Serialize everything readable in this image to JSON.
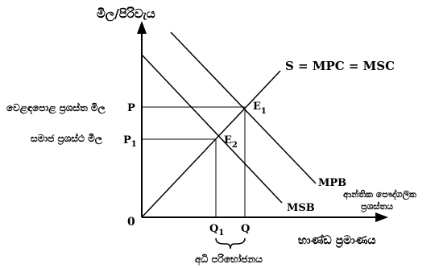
{
  "diagram": {
    "y_axis_title": "මිල/පිරිවැය",
    "x_axis_title": "භාණ්ඩ ප්‍රමාණය",
    "origin": "0",
    "supply_label": "S = MPC = MSC",
    "mpb_label": "MPB",
    "msb_label": "MSB",
    "mpb_desc_line1": "ආන්තික පෞද්ගලික",
    "mpb_desc_line2": "ප්‍රශස්තය",
    "price_P": "P",
    "price_P1_main": "P",
    "price_P1_sub": "1",
    "qty_Q": "Q",
    "qty_Q1_main": "Q",
    "qty_Q1_sub": "1",
    "eq_E1_main": "E",
    "eq_E1_sub": "1",
    "eq_E2_main": "E",
    "eq_E2_sub": "2",
    "market_price_label": "වෙළඳපොළ ප්‍රශස්ත මිල",
    "social_price_label": "සමාජ ප්‍රශස්ථ මිල",
    "over_consumption_label": "අධි පරිභෝජනය"
  }
}
